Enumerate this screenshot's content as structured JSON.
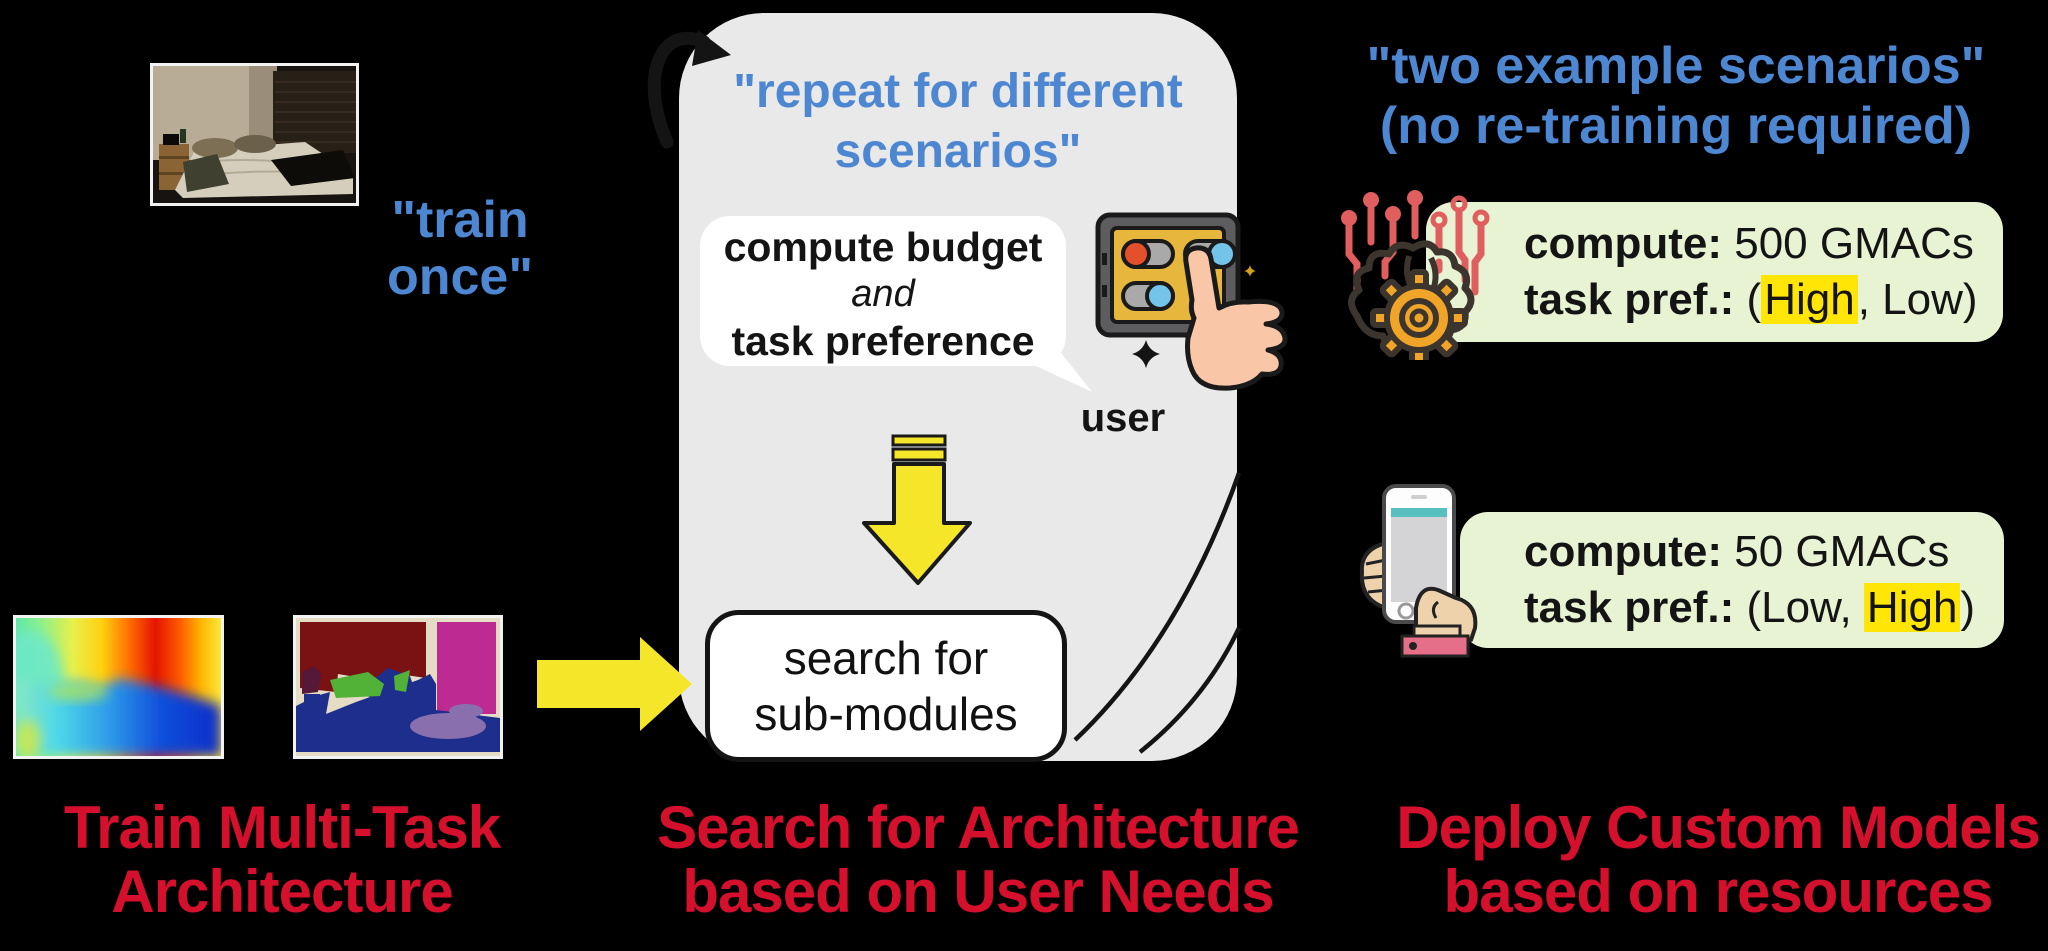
{
  "colors": {
    "accent_blue": "#4e87d1",
    "caption_red": "#d4102c",
    "panel_gray": "#e9e9e9",
    "scenario_green": "#e7f3d2",
    "highlight_yellow": "#ffe606",
    "arrow_yellow": "#f6e62a"
  },
  "left": {
    "train_once": {
      "line1": "\"train",
      "line2": "once\""
    },
    "caption": {
      "line1": "Train Multi-Task",
      "line2": "Architecture"
    },
    "images": [
      "bedroom-photo",
      "depth-map",
      "segmentation-map"
    ]
  },
  "panel": {
    "header": {
      "line1": "\"repeat for different",
      "line2": "scenarios\""
    },
    "bubble": {
      "line1": "compute budget",
      "line2": "and",
      "line3": "task preference"
    },
    "user_label": "user",
    "search_box": {
      "line1": "search for",
      "line2": "sub-modules"
    },
    "caption": {
      "line1": "Search for Architecture",
      "line2": "based on User Needs"
    }
  },
  "right": {
    "header": {
      "line1": "\"two example scenarios\"",
      "line2": "(no re-training required)"
    },
    "scenario1": {
      "label1": "compute:",
      "value1": " 500 GMACs",
      "label2": "task pref.:",
      "pre2": " (",
      "highlight2": "High",
      "post2": ", Low)"
    },
    "scenario2": {
      "label1": "compute:",
      "value1": " 50 GMACs",
      "label2": "task pref.:",
      "pre2": " (Low, ",
      "highlight2": "High",
      "post2": ")"
    },
    "caption": {
      "line1": "Deploy Custom Models",
      "line2": "based on resources"
    }
  },
  "icons": [
    "loop-arrow-icon",
    "down-arrow-icon",
    "right-arrow-icon",
    "control-panel-icon",
    "pointing-hand-icon",
    "sparkle-icon",
    "callout-curves",
    "ai-brain-gear-icon",
    "hand-holding-phone-icon"
  ]
}
